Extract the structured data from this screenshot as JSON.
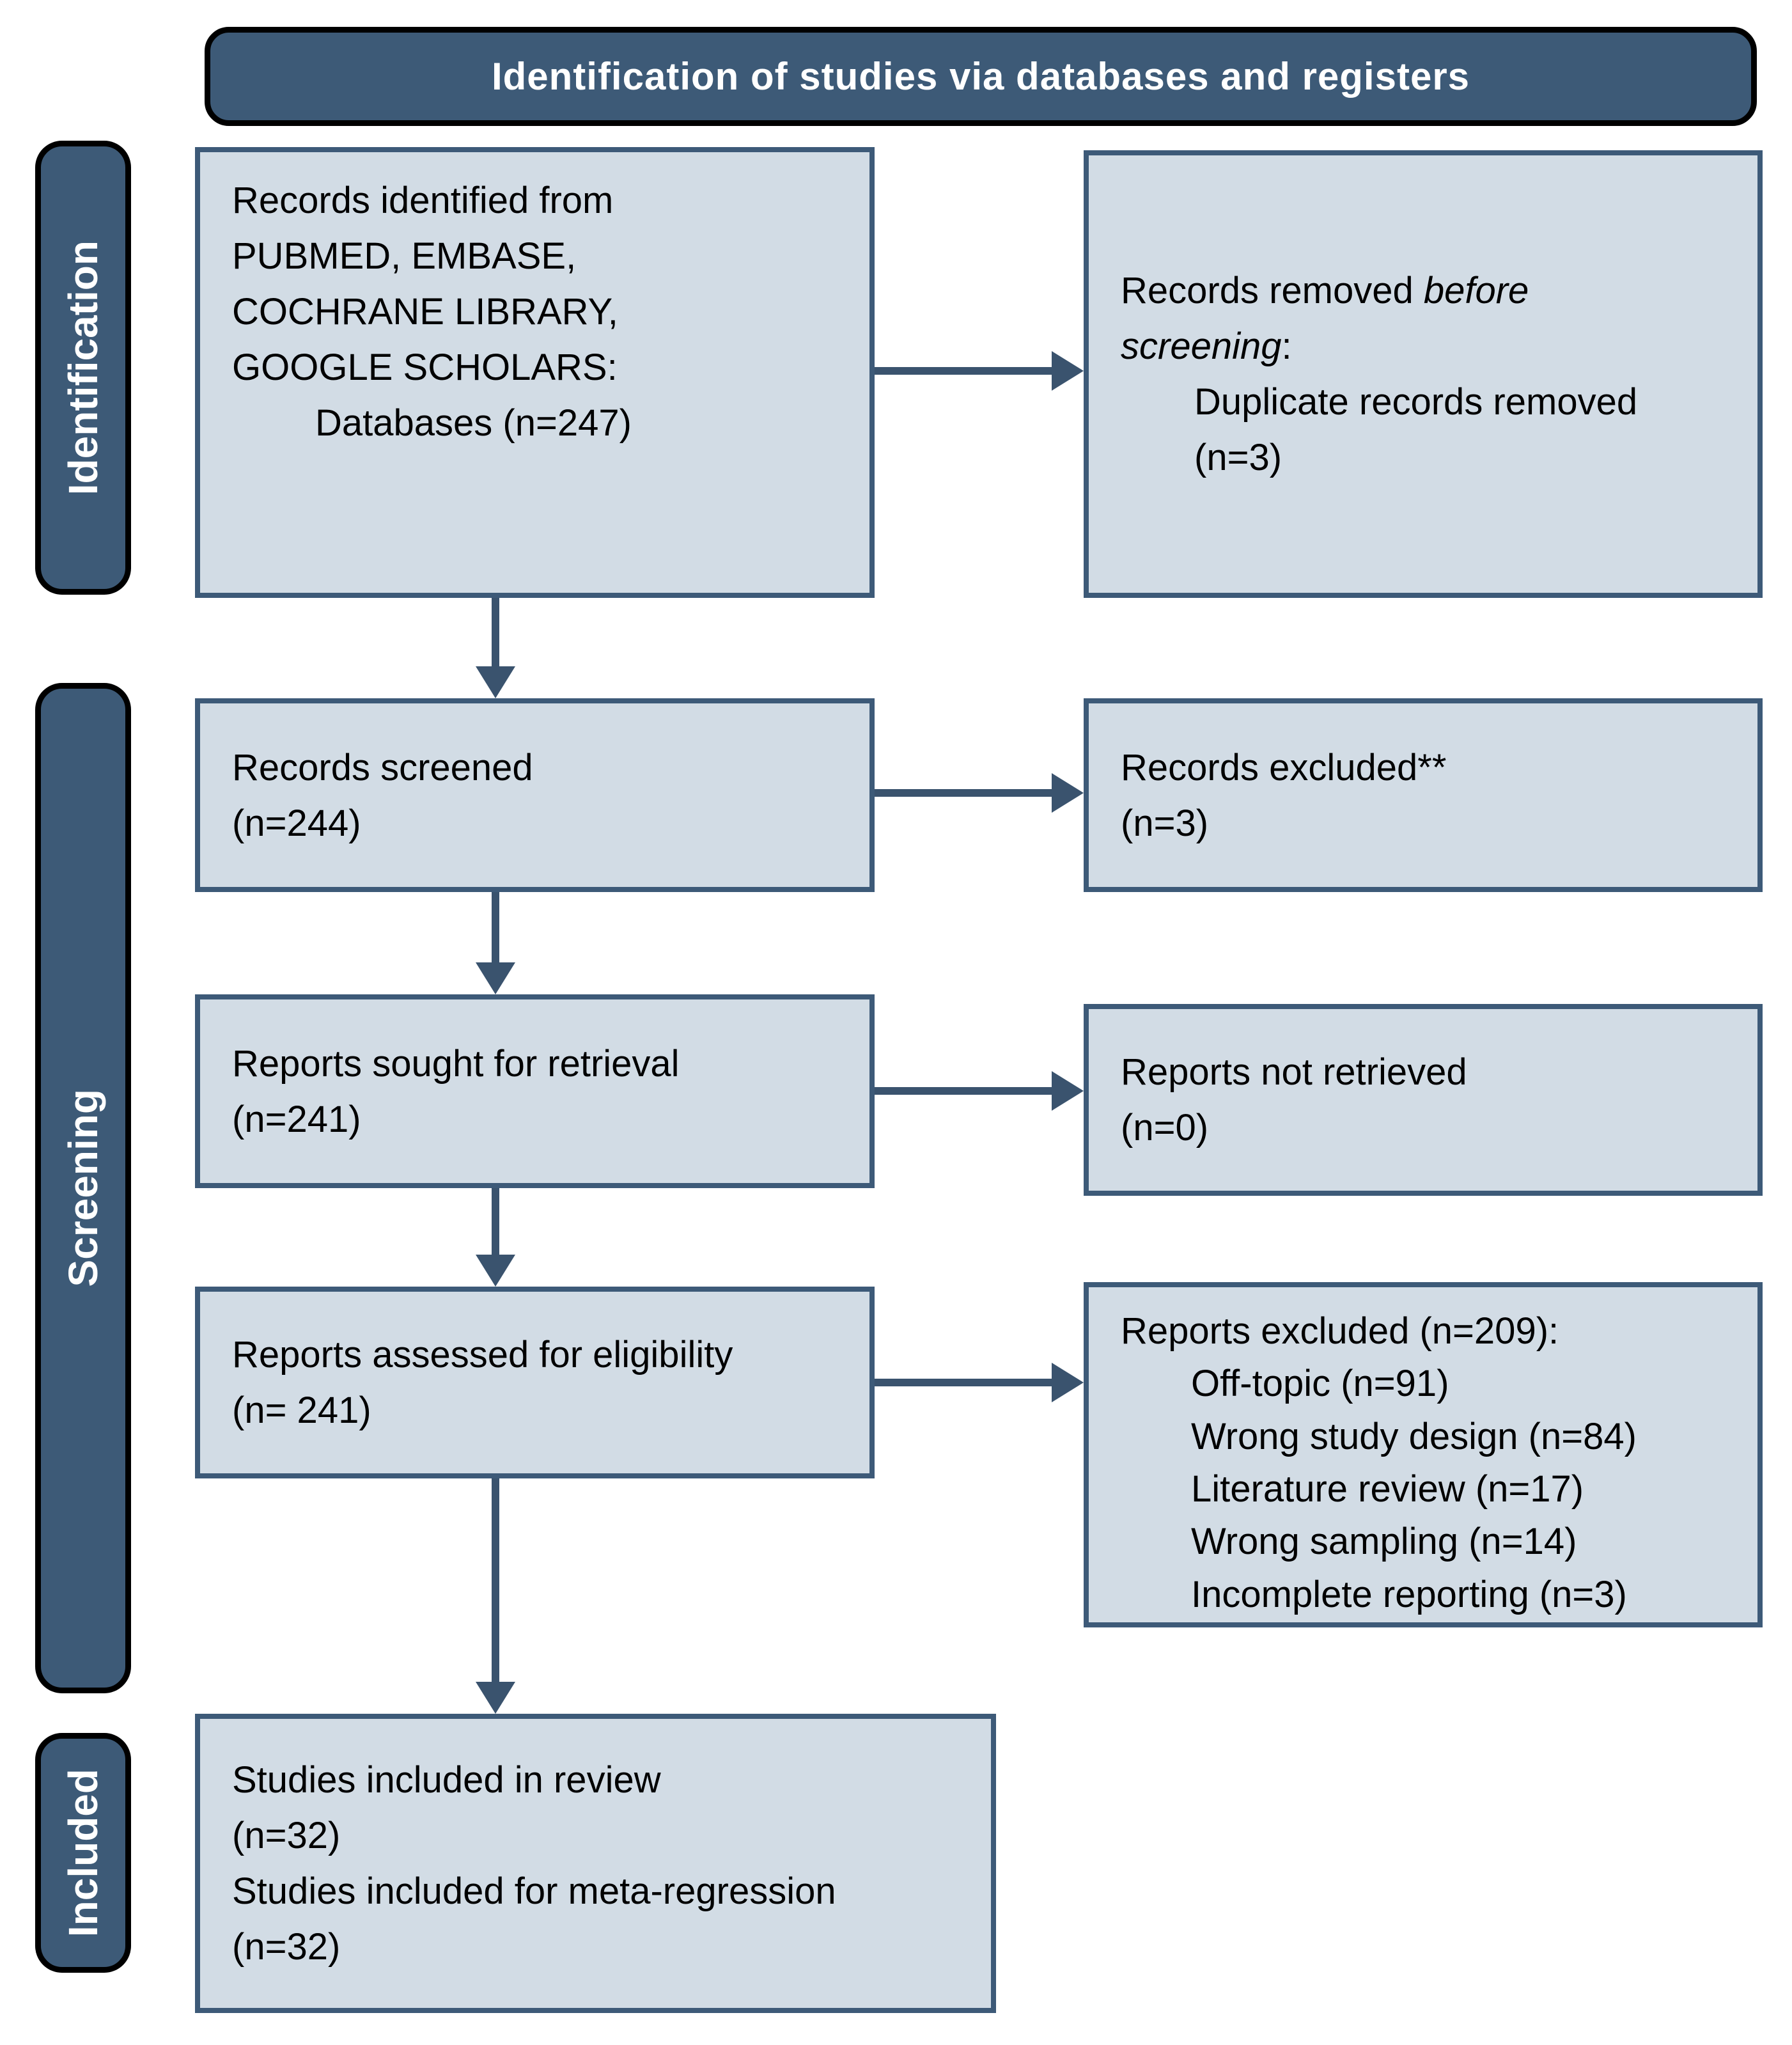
{
  "title": "Identification of studies via databases and registers",
  "colors": {
    "bar_fill": "#3D5A77",
    "title_text": "#FFFFFF",
    "box_fill": "#D2DCE5",
    "box_border": "#3D5A78",
    "arrow": "#3A536E",
    "text": "#000000"
  },
  "sidebar": {
    "identification": "Identification",
    "screening": "Screening",
    "included": "Included"
  },
  "boxes": {
    "records_identified": {
      "main": "Records identified from\nPUBMED, EMBASE,\nCOCHRANE LIBRARY,\nGOOGLE SCHOLARS:",
      "indented": "Databases (n=247)"
    },
    "records_removed": {
      "prefix": "Records removed ",
      "italic_line1": "before",
      "italic_line2": "screening",
      "suffix": ":",
      "detail": "Duplicate records removed\n(n=3)"
    },
    "records_screened": "Records screened\n(n=244)",
    "records_excluded": "Records excluded**\n(n=3)",
    "reports_sought": "Reports sought for retrieval\n(n=241)",
    "reports_not_retrieved": "Reports not retrieved\n(n=0)",
    "reports_assessed": "Reports assessed for eligibility\n(n= 241)",
    "reports_excluded": {
      "header": "Reports excluded (n=209):",
      "reasons": [
        "Off-topic (n=91)",
        "Wrong study design (n=84)",
        "Literature review (n=17)",
        "Wrong sampling (n=14)",
        "Incomplete reporting (n=3)"
      ]
    },
    "studies_included": "Studies included in review\n(n=32)\nStudies included for meta-regression\n(n=32)"
  }
}
